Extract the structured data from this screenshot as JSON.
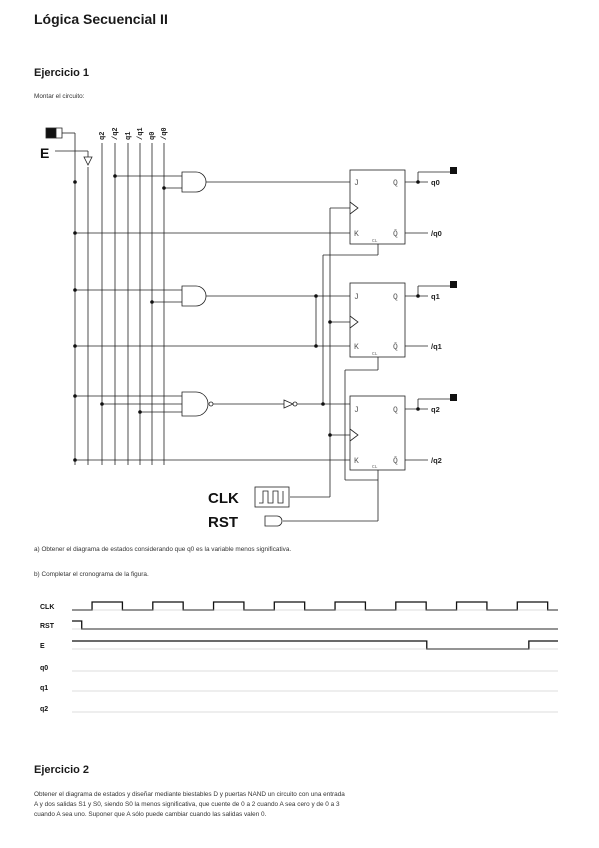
{
  "title": "Lógica Secuencial II",
  "ex1": {
    "heading": "Ejercicio 1",
    "intro": "Montar el circuito:",
    "part_a": "a) Obtener el diagrama de estados considerando que q0 es la variable menos significativa.",
    "part_b": "b) Completar el cronograma de la figura."
  },
  "circuit": {
    "input_e": "E",
    "bus_labels": [
      "q2",
      "/q2",
      "q1",
      "/q1",
      "q0",
      "/q0"
    ],
    "ff_pins": {
      "j": "J",
      "k": "K",
      "q": "Q",
      "qbar": "Q̄",
      "clr": "CL"
    },
    "outputs": [
      "q0",
      "/q0",
      "q1",
      "/q1",
      "q2",
      "/q2"
    ],
    "clk": "CLK",
    "rst": "RST"
  },
  "timing": {
    "signals": [
      "CLK",
      "RST",
      "E",
      "q0",
      "q1",
      "q2"
    ],
    "clk_periods": 8,
    "rst_low_fraction": 0.02,
    "e_low_start_fraction": 0.73,
    "e_low_end_fraction": 0.94
  },
  "ex2": {
    "heading": "Ejercicio 2",
    "lines": [
      "Obtener el diagrama de estados y diseñar mediante biestables D y puertas NAND un circuito con una entrada",
      "A y dos salidas S1 y S0, siendo S0 la menos significativa, que cuente de 0 a 2 cuando A sea cero y de 0 a 3",
      "cuando A sea uno. Suponer que A sólo puede cambiar cuando las salidas valen 0."
    ]
  }
}
